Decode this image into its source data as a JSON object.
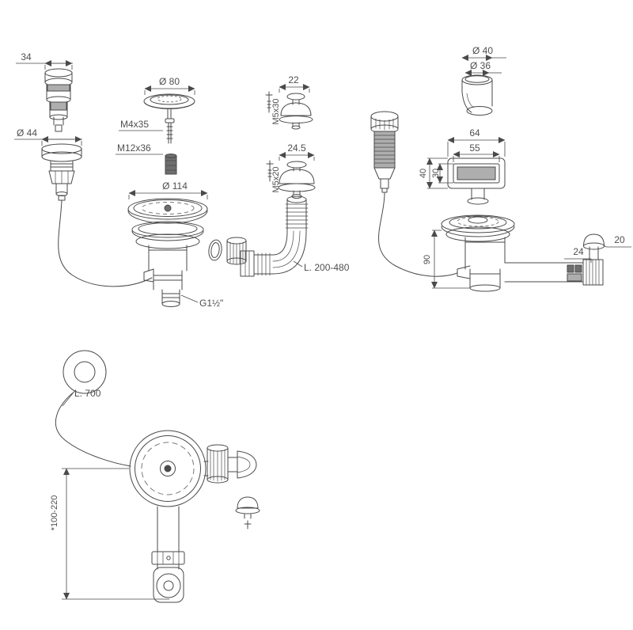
{
  "page": {
    "background": "#ffffff",
    "line_color": "#4a4a4a",
    "text_color": "#4f4f4f"
  },
  "labels": {
    "pushbutton_width": "34",
    "pushbutton_flange_dia": "Ø 44",
    "strainer_cap_dia": "Ø 80",
    "cap_screw": "M4x35",
    "basket_bolt": "M12x36",
    "basket_dia": "Ø 114",
    "overflow_cap_a_width": "22",
    "overflow_cap_a_screw": "M5x30",
    "overflow_cap_b_width": "24.5",
    "overflow_cap_b_screw": "M5x20",
    "hose_length": "L. 200-480",
    "outlet_thread": "G1½\"",
    "elbow_outer_dia": "Ø 40",
    "elbow_inner_dia": "Ø 36",
    "overflow_outer_width": "64",
    "overflow_inner_width": "55",
    "overflow_outer_height": "40",
    "overflow_inner_height": "30",
    "body_height": "90",
    "side_knob_offset": "24",
    "side_knob_width": "20",
    "cable_length": "L. 700",
    "install_height": "*100-220"
  }
}
